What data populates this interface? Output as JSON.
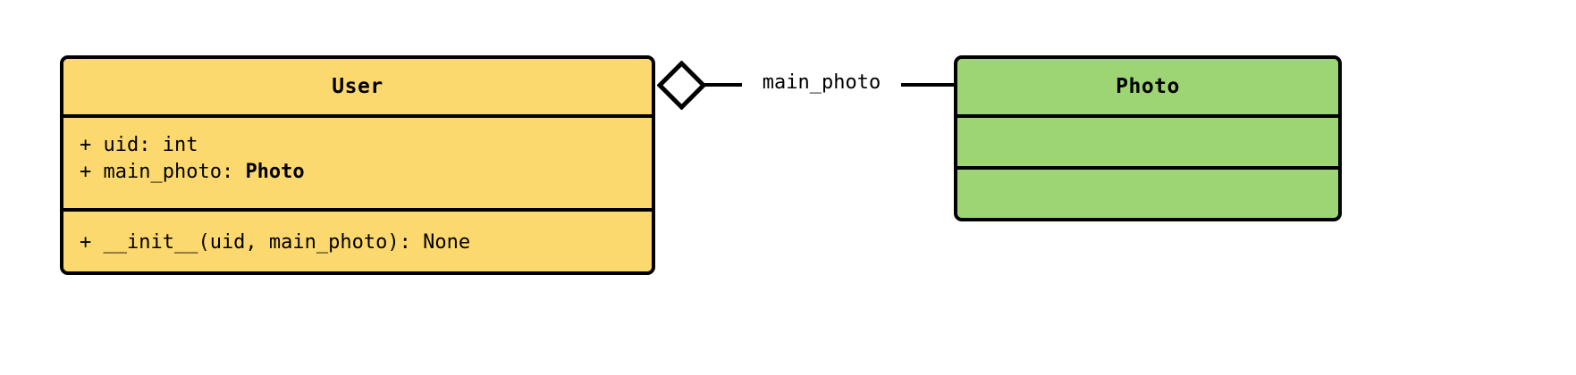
{
  "diagram": {
    "type": "uml-class-diagram",
    "background_color": "#ffffff",
    "border_color": "#000000"
  },
  "classes": [
    {
      "name": "User",
      "fill_color": "#fcd96e",
      "attributes": [
        {
          "visibility": "+",
          "text": "+ uid: int",
          "prefix": "+ uid: int",
          "bold_suffix": ""
        },
        {
          "visibility": "+",
          "text": "+ main_photo: Photo",
          "prefix": "+ main_photo: ",
          "bold_suffix": "Photo"
        }
      ],
      "methods": [
        {
          "visibility": "+",
          "text": "+ __init__(uid, main_photo): None",
          "prefix": "+ __init__(uid, main_photo): None",
          "bold_suffix": ""
        }
      ]
    },
    {
      "name": "Photo",
      "fill_color": "#9dd474",
      "attributes": [],
      "methods": []
    }
  ],
  "relationship": {
    "kind": "aggregation",
    "label": "main_photo",
    "source": "User",
    "target": "Photo",
    "diamond_fill": "#ffffff",
    "diamond_stroke": "#000000"
  }
}
